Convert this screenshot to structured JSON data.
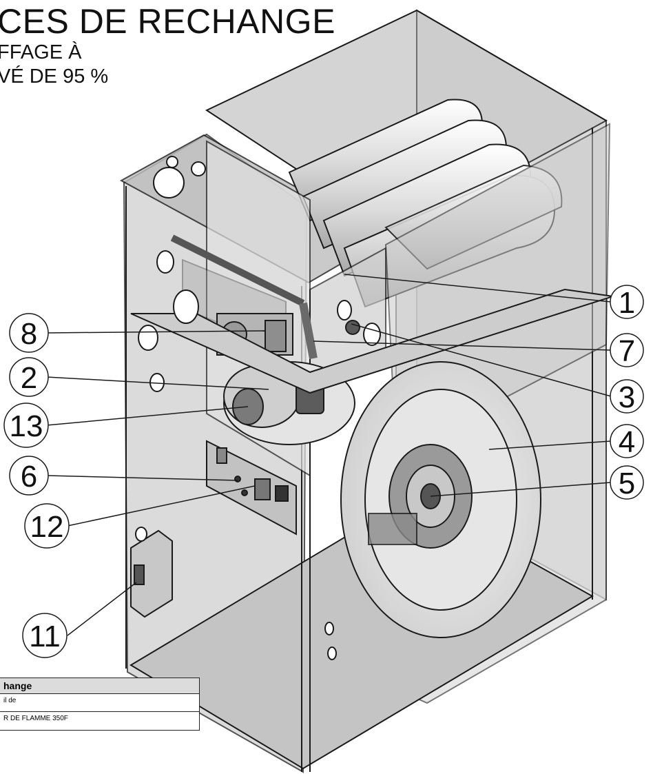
{
  "title": {
    "line1": "CES DE RECHANGE",
    "line2": "FFAGE À",
    "line3": "VÉ DE 95 %"
  },
  "callouts": [
    {
      "label": "1"
    },
    {
      "label": "7"
    },
    {
      "label": "3"
    },
    {
      "label": "4"
    },
    {
      "label": "5"
    },
    {
      "label": "8"
    },
    {
      "label": "2"
    },
    {
      "label": "13"
    },
    {
      "label": "6"
    },
    {
      "label": "12"
    },
    {
      "label": "11"
    }
  ],
  "legend": {
    "header": "hange",
    "rows": [
      "il de",
      "R DE FLAMME 350F"
    ]
  },
  "colors": {
    "cabinet_fill": "#d9d9d9",
    "panel_fill": "#c8c8c8",
    "outline": "#1a1a1a",
    "pipe_fill": "#e6e6e6"
  }
}
